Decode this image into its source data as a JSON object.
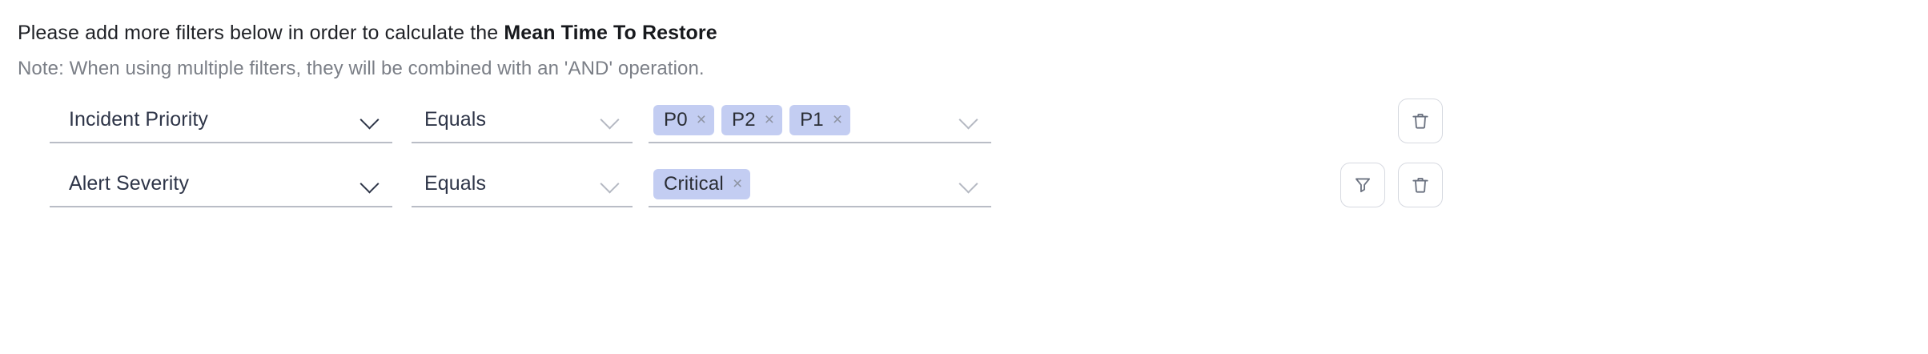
{
  "header": {
    "text_before": "Please add more filters below in order to calculate the ",
    "metric_name": "Mean Time To Restore",
    "note": "Note: When using multiple filters, they will be combined with an 'AND' operation."
  },
  "colors": {
    "pill_background": "#c3cdf2",
    "underline": "#b9bdc6",
    "text_primary": "#2e3548",
    "text_muted": "#7b7f87",
    "button_border": "#d6d9e0"
  },
  "filters": [
    {
      "field": "Incident Priority",
      "operator": "Equals",
      "values": [
        "P0",
        "P2",
        "P1"
      ],
      "remove_glyph": "×",
      "has_filter_button": false,
      "delete_label": "trash-icon"
    },
    {
      "field": "Alert Severity",
      "operator": "Equals",
      "values": [
        "Critical"
      ],
      "remove_glyph": "×",
      "has_filter_button": true,
      "filter_label": "funnel-icon",
      "delete_label": "trash-icon"
    }
  ]
}
